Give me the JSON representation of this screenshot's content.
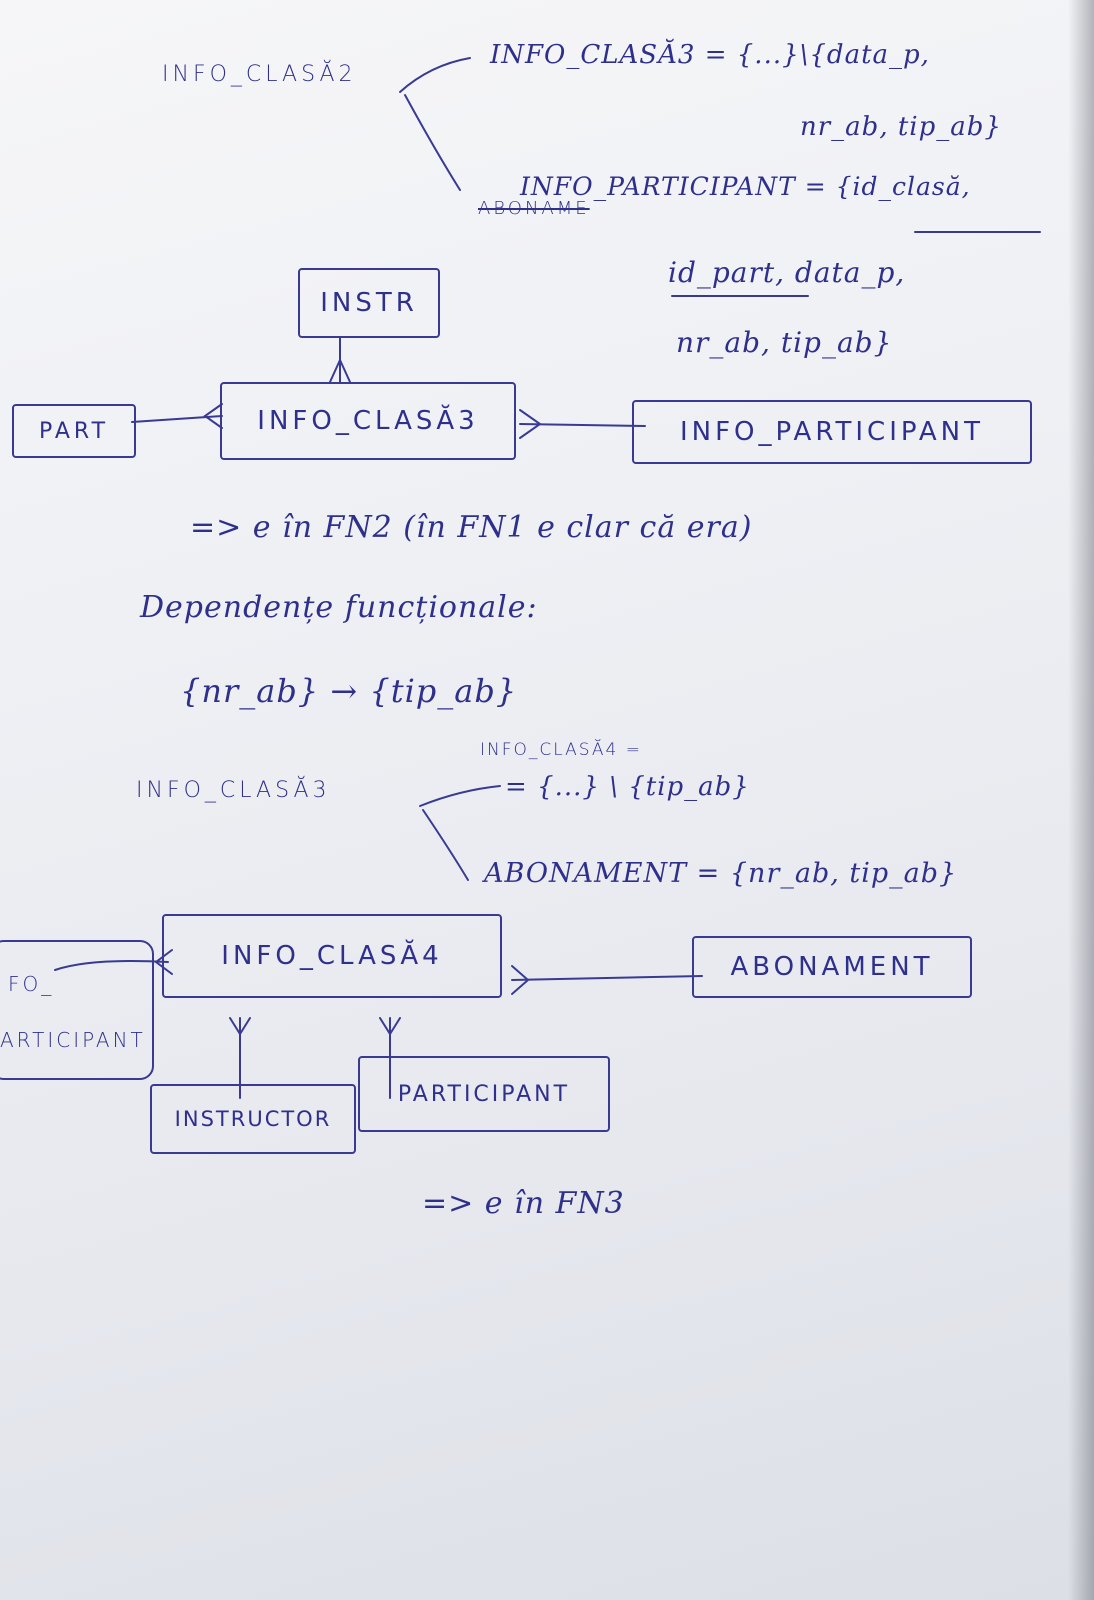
{
  "ink_color": "#2f2f8c",
  "section1": {
    "root": "INFO_CLASĂ2",
    "branch1_line1": "INFO_CLASĂ3 = {...}\\{data_p,",
    "branch1_line2": "nr_ab, tip_ab}",
    "branch2_struck": "ABONAME",
    "branch2_line1": "INFO_PARTICIPANT = {id_clasă,",
    "branch2_line2": "id_part, data_p,",
    "branch2_line3": "nr_ab, tip_ab}"
  },
  "diagram1": {
    "instr": "INSTR",
    "part": "PART",
    "center": "INFO_CLASĂ3",
    "right": "INFO_PARTICIPANT"
  },
  "conclusion1": "=> e în FN2 (în FN1 e clar că era)",
  "dependencies": {
    "heading": "Dependențe funcționale:",
    "rule": "{nr_ab} → {tip_ab}",
    "root": "INFO_CLASĂ3",
    "branch1_line1": "INFO_CLASĂ4 =",
    "branch1_line2": "= {...} \\ {tip_ab}",
    "branch2": "ABONAMENT = {nr_ab, tip_ab}"
  },
  "diagram2": {
    "left_line1": "FO_",
    "left_line2": "ARTICIPANT",
    "center": "INFO_CLASĂ4",
    "right": "ABONAMENT",
    "bottom_left": "INSTRUCTOR",
    "bottom_right": "PARTICIPANT"
  },
  "conclusion2": "=> e în FN3"
}
